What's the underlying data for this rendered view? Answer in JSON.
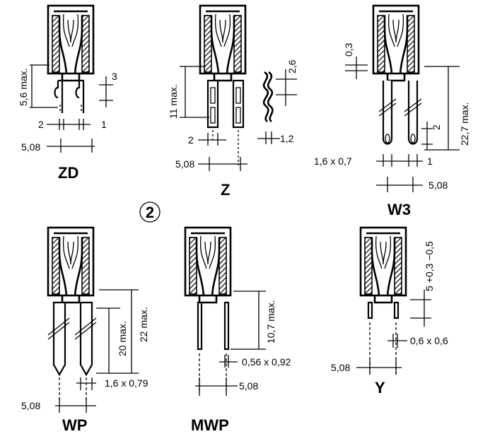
{
  "figure_number": "2",
  "variants": [
    {
      "id": "zd",
      "name": "ZD",
      "dims": [
        "5,6 max.",
        "3",
        "2",
        "1",
        "5,08"
      ]
    },
    {
      "id": "z",
      "name": "Z",
      "dims": [
        "11 max.",
        "2,6",
        "2",
        "1,2",
        "5,08"
      ]
    },
    {
      "id": "w3",
      "name": "W3",
      "dims": [
        "0,3",
        "22,7 max.",
        "2",
        "1,6 x 0,7",
        "1",
        "5,08"
      ]
    },
    {
      "id": "wp",
      "name": "WP",
      "dims": [
        "22 max.",
        "20 max.",
        "1,6 x 0,79",
        "5,08"
      ]
    },
    {
      "id": "mwp",
      "name": "MWP",
      "dims": [
        "10,7 max.",
        "0,56 x 0,92",
        "5,08"
      ]
    },
    {
      "id": "y",
      "name": "Y",
      "dims": [
        "5 +0,3 −0,5",
        "0,6 x 0,6",
        "5,08"
      ]
    }
  ]
}
